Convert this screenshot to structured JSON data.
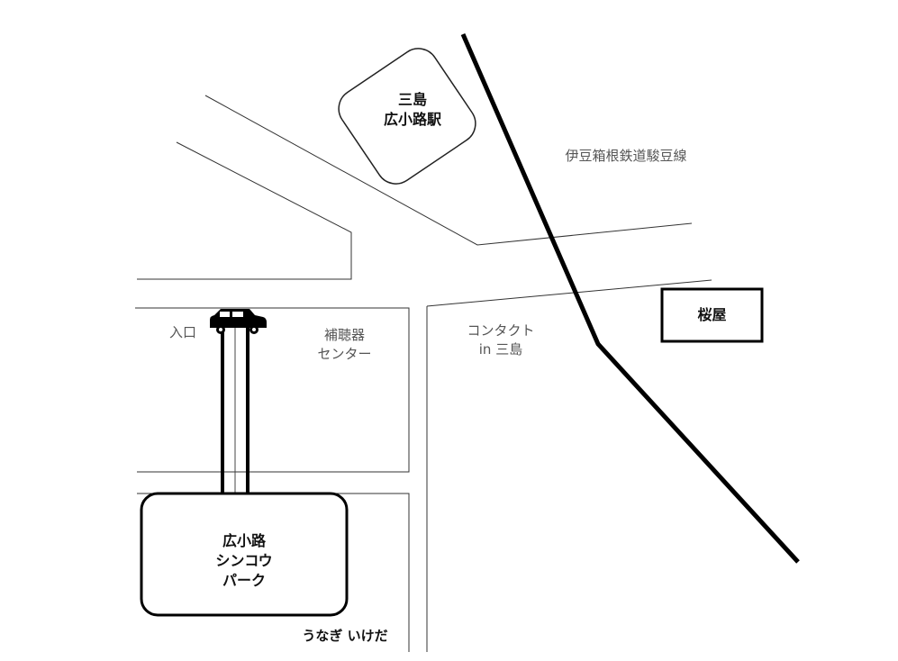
{
  "map": {
    "station": {
      "line1": "三島",
      "line2": "広小路駅"
    },
    "railway": "伊豆箱根鉄道駿豆線",
    "sakuraya": "桜屋",
    "entrance": "入口",
    "hearing_center": {
      "line1": "補聴器",
      "line2": "センター"
    },
    "contact": {
      "line1": "コンタクト",
      "line2": "in 三島"
    },
    "parking": {
      "line1": "広小路",
      "line2": "シンコウ",
      "line3": "パーク"
    },
    "unagi": "うなぎ いけだ"
  }
}
